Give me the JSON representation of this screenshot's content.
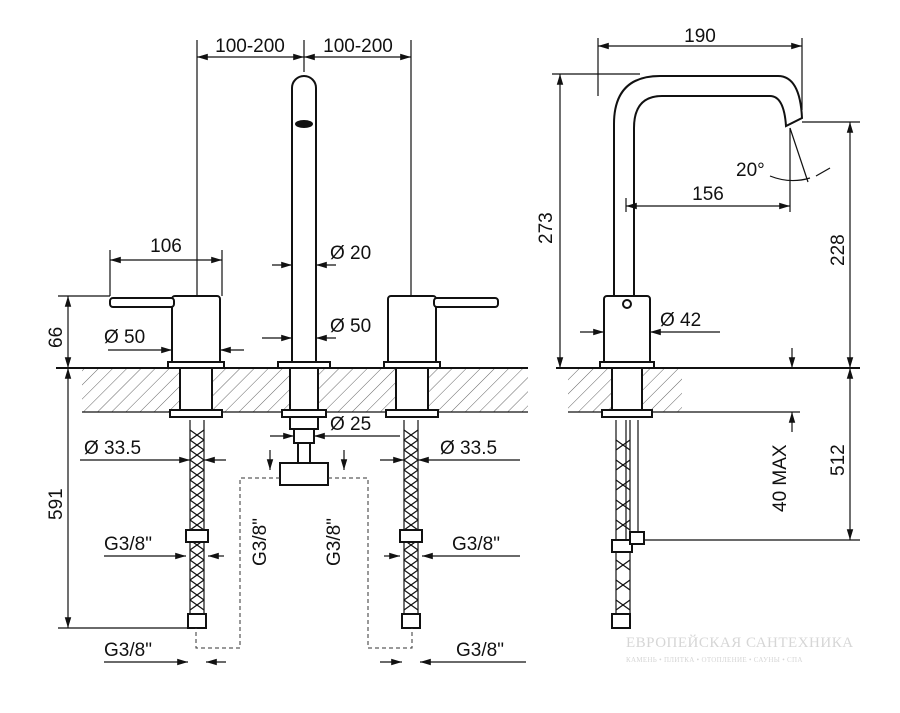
{
  "front_view": {
    "spacing_left": "100-200",
    "spacing_right": "100-200",
    "handle_width": "106",
    "spout_diameter": "Ø 20",
    "body_diameter_left": "Ø 50",
    "body_diameter_right": "Ø 50",
    "body_height": "66",
    "total_height_below": "591",
    "shank_diameter_left": "Ø 33.5",
    "shank_diameter_right": "Ø 33.5",
    "spout_shank_diameter": "Ø 25",
    "thread_left_upper": "G3/8\"",
    "thread_right_upper": "G3/8\"",
    "thread_left_lower": "G3/8\"",
    "thread_right_lower": "G3/8\"",
    "thread_connector_left": "G3/8\"",
    "thread_connector_right": "G3/8\""
  },
  "side_view": {
    "spout_reach": "190",
    "spout_height": "273",
    "outlet_reach": "156",
    "outlet_angle": "20°",
    "outlet_height": "228",
    "body_diameter": "Ø 42",
    "deck_thickness": "40 MAX",
    "depth_below": "512"
  },
  "watermark": {
    "title": "ЕВРОПЕЙСКАЯ САНТЕХНИКА",
    "subtitle": "КАМЕНЬ • ПЛИТКА • ОТОПЛЕНИЕ • САУНЫ • СПА"
  }
}
